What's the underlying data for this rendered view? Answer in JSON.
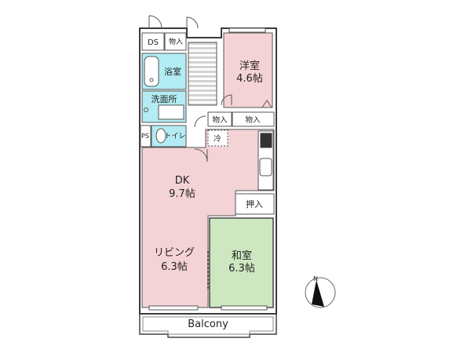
{
  "rooms": {
    "western": {
      "name": "洋室",
      "size": "4.6帖"
    },
    "dk": {
      "name": "DK",
      "size": "9.7帖"
    },
    "living": {
      "name": "リビング",
      "size": "6.3帖"
    },
    "japanese": {
      "name": "和室",
      "size": "6.3帖"
    },
    "bath": {
      "name": "浴室"
    },
    "washroom": {
      "name": "洗面所"
    },
    "toilet": {
      "name": "トイレ"
    },
    "balcony": {
      "name": "Balcony"
    }
  },
  "storage": {
    "ds": "DS",
    "top_closet": "物入",
    "mid_closet_left": "物入",
    "mid_closet_right": "物入",
    "oshiire": "押入",
    "ps": "PS",
    "fridge": "冷"
  },
  "compass": {
    "north": "N"
  },
  "colors": {
    "pink": "#f4d3d6",
    "green": "#cde8c0",
    "cyan": "#b4ecf3",
    "wall": "#3a3a3a",
    "stripe": "#cfcfcf"
  }
}
